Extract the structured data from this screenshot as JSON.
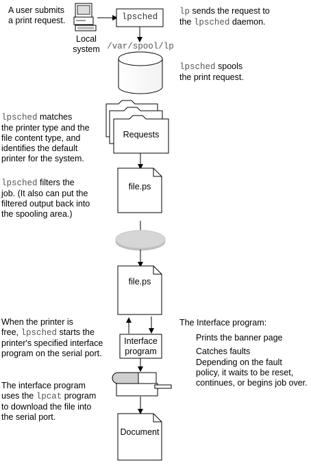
{
  "step1": {
    "user_text_1": "A user submits",
    "user_text_2": "a print request.",
    "computer_label_1": "Local",
    "computer_label_2": "system",
    "box_label": "lpsched",
    "lp_cmd": "lp",
    "lp_rest_1": " sends the request to",
    "lp_rest_2a": "the ",
    "lp_rest_2_cmd": "lpsched",
    "lp_rest_2b": " daemon."
  },
  "spool": {
    "path": "/var/spool/lp",
    "cmd": "lpsched",
    "desc_1": " spools",
    "desc_2": "the print request."
  },
  "requests": {
    "folder_label": "Requests",
    "cmd": "lpsched",
    "desc_1": " matches",
    "desc_2": "the printer type and the",
    "desc_3": "file content type, and",
    "desc_4": "identifies the default",
    "desc_5": "printer for the system."
  },
  "filter": {
    "file_label": "file.ps",
    "cmd": "lpsched",
    "desc_1": " filters the",
    "desc_2": "job. (It also can put the",
    "desc_3": "filtered output back into",
    "desc_4": "the spooling area.)"
  },
  "file2": {
    "label": "file.ps"
  },
  "interface": {
    "box_label_1": "Interface",
    "box_label_2": "program",
    "left_1": "When the printer is",
    "left_2a": "free, ",
    "left_2_cmd": "lpsched",
    "left_2b": " starts the",
    "left_3": "printer's specified interface",
    "left_4": "program on the serial port.",
    "right_title": "The Interface program:",
    "right_item_1": "Prints the banner page",
    "right_item_2": "Catches faults",
    "right_item_3_1": "Depending on the fault",
    "right_item_3_2": "policy, it waits to be reset,",
    "right_item_3_3": "continues, or begins job over."
  },
  "lpcat": {
    "line_1": "The interface program",
    "line_2a": "uses the ",
    "line_2_cmd": "lpcat",
    "line_2b": " program",
    "line_3": "to download the file into",
    "line_4": "the serial port."
  },
  "document": {
    "label": "Document"
  }
}
